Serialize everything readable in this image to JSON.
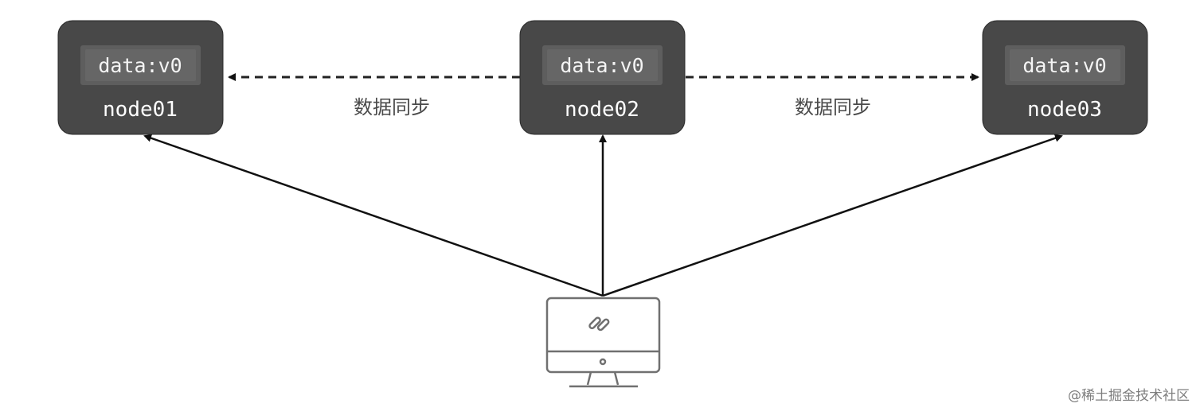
{
  "nodes": [
    {
      "name": "node01",
      "data": "data:v0"
    },
    {
      "name": "node02",
      "data": "data:v0"
    },
    {
      "name": "node03",
      "data": "data:v0"
    }
  ],
  "sync_labels": [
    "数据同步",
    "数据同步"
  ],
  "client": {
    "icon": "computer-monitor-icon"
  },
  "watermark": "@稀土掘金技术社区",
  "colors": {
    "node_fill": "#484848",
    "chip_fill": "#5e5e5e",
    "text_on_node": "#ffffff",
    "line": "#111111"
  }
}
